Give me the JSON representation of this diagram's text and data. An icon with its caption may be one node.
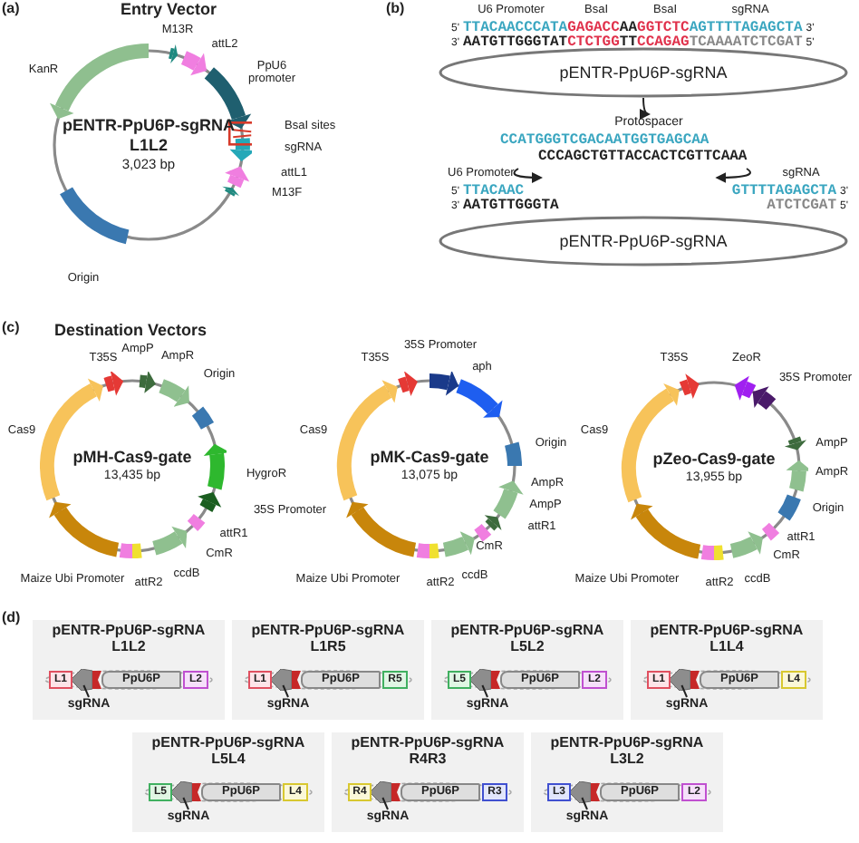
{
  "diagram": {
    "nodes": [
      {
        "text": [
          "pENTR-PpU6P-sgRNA L1L2",
          "3,023 bp"
        ]
      },
      {
        "text": [
          "pENTR-PpU6P-sgRNA"
        ]
      },
      {
        "text": [
          "Protospacer",
          "CCATGGGTCGACAATGGTGAGCAA",
          "CCCAGCTGTTACCACTCGTTCAAA"
        ]
      },
      {
        "text": [
          "pENTR-PpU6P-sgRNA"
        ]
      },
      {
        "text": [
          "pMH-Cas9-gate",
          "13,435 bp"
        ]
      },
      {
        "text": [
          "pMK-Cas9-gate",
          "13,075 bp"
        ]
      },
      {
        "text": [
          "pZeo-Cas9-gate",
          "13,955 bp"
        ]
      },
      {
        "text": [
          "pENTR-PpU6P-sgRNA L1L2"
        ]
      },
      {
        "text": [
          "L1"
        ],
        "in": 7
      },
      {
        "text": [],
        "shape": "arrow",
        "in": 7
      },
      {
        "text": [
          "PpU6P"
        ],
        "in": 7
      },
      {
        "text": [
          "L2"
        ],
        "in": 7
      },
      {
        "text": [
          "sgRNA"
        ],
        "in": 7
      },
      {
        "text": [
          "pENTR-PpU6P-sgRNA L1R5"
        ]
      },
      {
        "text": [
          "L1"
        ],
        "in": 13
      },
      {
        "text": [],
        "shape": "arrow",
        "in": 13
      },
      {
        "text": [
          "PpU6P"
        ],
        "in": 13
      },
      {
        "text": [
          "R5"
        ],
        "in": 13
      },
      {
        "text": [
          "sgRNA"
        ],
        "in": 13
      },
      {
        "text": [
          "pENTR-PpU6P-sgRNA L5L2"
        ]
      },
      {
        "text": [
          "L5"
        ],
        "in": 19
      },
      {
        "text": [],
        "shape": "arrow",
        "in": 19
      },
      {
        "text": [
          "PpU6P"
        ],
        "in": 19
      },
      {
        "text": [
          "L2"
        ],
        "in": 19
      },
      {
        "text": [
          "sgRNA"
        ],
        "in": 19
      },
      {
        "text": [
          "pENTR-PpU6P-sgRNA L1L4"
        ]
      },
      {
        "text": [
          "L1"
        ],
        "in": 25
      },
      {
        "text": [],
        "shape": "arrow",
        "in": 25
      },
      {
        "text": [
          "PpU6P"
        ],
        "in": 25
      },
      {
        "text": [
          "L4"
        ],
        "in": 25
      },
      {
        "text": [
          "sgRNA"
        ],
        "in": 25
      },
      {
        "text": [
          "pENTR-PpU6P-sgRNA L5L4"
        ]
      },
      {
        "text": [
          "L5"
        ],
        "in": 31
      },
      {
        "text": [],
        "shape": "arrow",
        "in": 31
      },
      {
        "text": [
          "PpU6P"
        ],
        "in": 31
      },
      {
        "text": [
          "L4"
        ],
        "in": 31
      },
      {
        "text": [
          "sgRNA"
        ],
        "in": 31
      },
      {
        "text": [
          "pENTR-PpU6P-sgRNA R4R3"
        ]
      },
      {
        "text": [
          "R4"
        ],
        "in": 37
      },
      {
        "text": [],
        "shape": "arrow",
        "in": 37
      },
      {
        "text": [
          "PpU6P"
        ],
        "in": 37
      },
      {
        "text": [
          "R3"
        ],
        "in": 37
      },
      {
        "text": [
          "sgRNA"
        ],
        "in": 37
      },
      {
        "text": [
          "pENTR-PpU6P-sgRNA L3L2"
        ]
      },
      {
        "text": [
          "L3"
        ],
        "in": 43
      },
      {
        "text": [],
        "shape": "arrow",
        "in": 43
      },
      {
        "text": [
          "PpU6P"
        ],
        "in": 43
      },
      {
        "text": [
          "L2"
        ],
        "in": 43
      },
      {
        "text": [
          "sgRNA"
        ],
        "in": 43
      }
    ],
    "edges": [
      {
        "from": 1,
        "to": 2,
        "arrow": "to"
      },
      {
        "from": 2,
        "to": 3,
        "arrow": "to"
      },
      {
        "from": 2,
        "to": 3,
        "arrow": "to"
      },
      {
        "from": 12,
        "to": 9,
        "arrow": "none"
      },
      {
        "from": 18,
        "to": 15,
        "arrow": "none"
      },
      {
        "from": 24,
        "to": 21,
        "arrow": "none"
      },
      {
        "from": 30,
        "to": 27,
        "arrow": "none"
      },
      {
        "from": 36,
        "to": 33,
        "arrow": "none"
      },
      {
        "from": 42,
        "to": 39,
        "arrow": "none"
      },
      {
        "from": 48,
        "to": 45,
        "arrow": "none"
      }
    ],
    "labels": [
      "(a)",
      "Entry Vector",
      "M13R",
      "attL2",
      "KanR",
      "PpU6 promoter",
      "BsaI sites",
      "sgRNA",
      "attL1",
      "M13F",
      "Origin",
      "(b)",
      "U6 Promoter",
      "BsaI",
      "BsaI",
      "sgRNA",
      "5'",
      "TTACAACCCATA",
      "GAGACC",
      "AA",
      "GGTCTC",
      "AGTTTTAGAGCTA",
      "3'",
      "3'",
      "AATGTTGGGTAT",
      "CTCTGG",
      "TT",
      "CCAGAG",
      "TCAAAATCTCGAT",
      "5'",
      "U6 Promoter",
      "5'",
      "TTACAAC",
      "3'",
      "AATGTTGGGTA",
      "sgRNA",
      "GTTTTAGAGCTA",
      "3'",
      "ATCTCGAT",
      "5'",
      "(c)",
      "Destination Vectors",
      "T35S",
      "AmpP",
      "AmpR",
      "Origin",
      "Cas9",
      "HygroR",
      "35S Promoter",
      "attR1",
      "CmR",
      "Maize Ubi Promoter",
      "attR2",
      "ccdB",
      "T35S",
      "35S Promoter",
      "aph",
      "Cas9",
      "Origin",
      "AmpR",
      "AmpP",
      "attR1",
      "CmR",
      "Maize Ubi Promoter",
      "ccdB",
      "attR2",
      "T35S",
      "ZeoR",
      "35S Promoter",
      "Cas9",
      "AmpP",
      "AmpR",
      "Origin",
      "attR1",
      "CmR",
      "Maize Ubi Promoter",
      "attR2",
      "ccdB",
      "(d)"
    ]
  }
}
